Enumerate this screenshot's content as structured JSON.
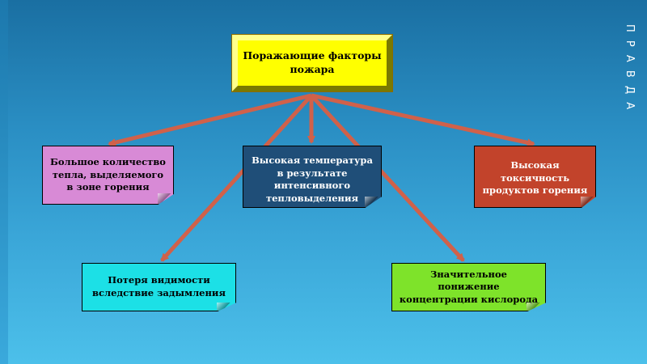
{
  "diagram": {
    "root": {
      "label": "Поражающие факторы пожара"
    },
    "factors": [
      {
        "id": "heat",
        "label": "Большое количество тепла, выделяемого в зоне горения",
        "fill": "#d88ad6"
      },
      {
        "id": "temperature",
        "label": "Высокая температура в результате интенсивного тепловыделения",
        "fill": "#1f4e78"
      },
      {
        "id": "toxicity",
        "label": "Высокая токсичность продуктов горения",
        "fill": "#c2432b"
      },
      {
        "id": "visibility",
        "label": "Потеря видимости вследствие задымления",
        "fill": "#1ce0e6"
      },
      {
        "id": "oxygen",
        "label": "Значительное понижение концентрации кислорода",
        "fill": "#7ee32a"
      }
    ],
    "edges": [
      {
        "from": "root",
        "to": "heat"
      },
      {
        "from": "root",
        "to": "temperature"
      },
      {
        "from": "root",
        "to": "toxicity"
      },
      {
        "from": "root",
        "to": "visibility"
      },
      {
        "from": "root",
        "to": "oxygen"
      }
    ],
    "arrow_color": "#d0614a",
    "root_fill": "#ffff00"
  },
  "slide": {
    "side_title": "П Р А В Д А"
  }
}
